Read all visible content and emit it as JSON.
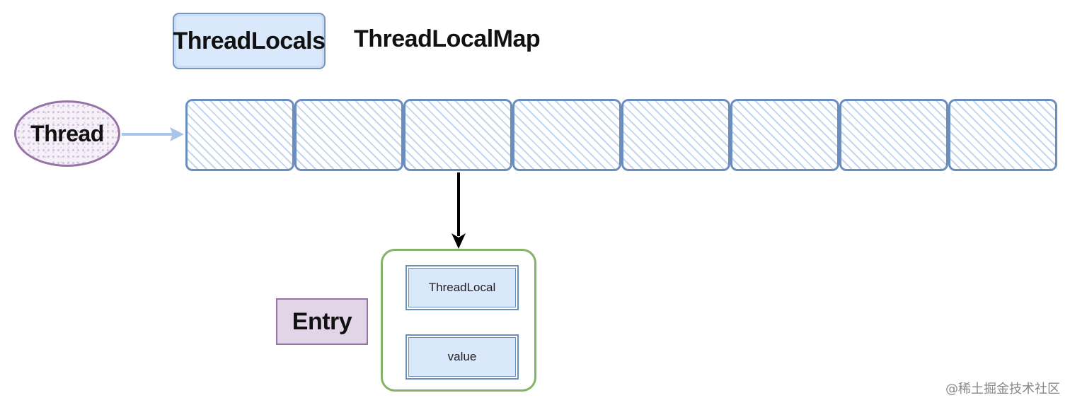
{
  "threadlocals_label": "ThreadLocals",
  "map_title": "ThreadLocalMap",
  "thread_label": "Thread",
  "entry_label": "Entry",
  "entry_fields": {
    "key": "ThreadLocal",
    "value": "value"
  },
  "watermark": "@稀土掘金技术社区",
  "colors": {
    "blue_fill": "#dae8fc",
    "blue_stroke": "#6c8ebf",
    "purple_fill": "#e1d5e7",
    "purple_stroke": "#9673a6",
    "green_stroke": "#82b366",
    "hatch": "#c3d6f0",
    "thread_arrow": "#a9c4eb",
    "entry_arrow": "#000000"
  },
  "icons": [
    "hatched-cell",
    "arrow-right",
    "arrow-down"
  ]
}
